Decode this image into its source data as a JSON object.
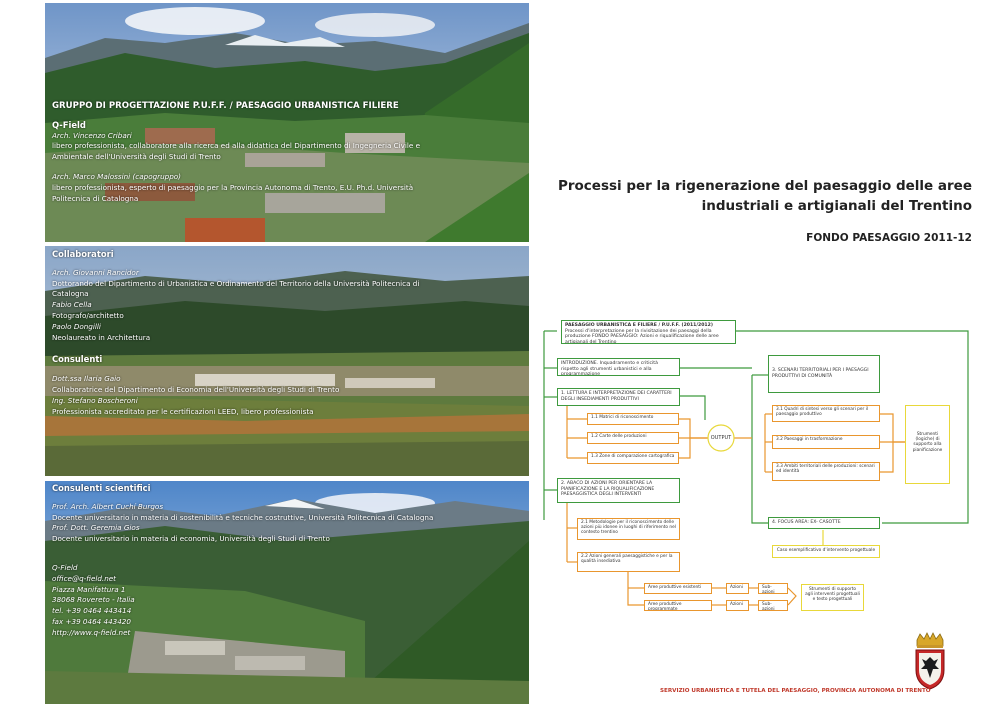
{
  "panel1": {
    "heading": "GRUPPO DI PROGETTAZIONE P.U.F.F. / PAESAGGIO URBANISTICA FILIERE",
    "org": "Q-Field",
    "p1_name": "Arch. Vincenzo Cribari",
    "p1_desc1": "libero professionista, collaboratore alla ricerca ed alla didattica del Dipartimento di Ingegneria Civile e",
    "p1_desc2": "Ambientale dell'Università degli Studi di Trento",
    "p2_name": "Arch. Marco Malossini (capogruppo)",
    "p2_desc1": "libero professionista, esperto di paesaggio per la Provincia Autonoma di Trento, E.U. Ph.d. Università",
    "p2_desc2": "Politecnica di Catalogna"
  },
  "panel2": {
    "collab_heading": "Collaboratori",
    "c1_name": "Arch. Giovanni Rancidor",
    "c1_desc1": "Dottorando del Dipartimento di Urbanistica e Ordinamento del Territorio della Università Politecnica di",
    "c1_desc2": "Catalogna",
    "c2_name": "Fabio Cella",
    "c2_desc": "Fotografo/architetto",
    "c3_name": "Paolo Dongilli",
    "c3_desc": "Neolaureato in Architettura",
    "cons_heading": "Consulenti",
    "k1_name": "Dott.ssa Ilaria Gaio",
    "k1_desc": "Collaboratrice del Dipartimento di Economia dell'Università degli Studi di Trento",
    "k2_name": "Ing. Stefano Boscheroni",
    "k2_desc": "Professionista accreditato per le certificazioni LEED, libero professionista"
  },
  "panel3": {
    "heading": "Consulenti scientifici",
    "s1_name": "Prof. Arch. Albert Cuchí Burgos",
    "s1_desc": "Docente universitario in materia di sostenibilità e tecniche costruttive, Università Politecnica di Catalogna",
    "s2_name": "Prof. Dott. Geremia Gios",
    "s2_desc": "Docente universitario in materia di economia, Università degli Studi di Trento",
    "contact": [
      "Q-Field",
      "office@q-field.net",
      "Piazza Manifattura 1",
      "38068 Rovereto - Italia",
      "tel. +39 0464 443414",
      "fax +39 0464 443420",
      "http://www.q-field.net"
    ]
  },
  "title": {
    "line1": "Processi per la rigenerazione del paesaggio delle aree",
    "line2": "industriali e artigianali del Trentino",
    "fund": "FONDO PAESAGGIO 2011-12"
  },
  "flow": {
    "top_title": "PAESAGGIO URBANISTICA E FILIERE / P.U.F.F. (2011/2012)",
    "top_desc": "Processi d'interpretazione per la rivisitazione dei paesaggi della produzione FONDO PAESAGGIO: Azioni e riqualificazione delle aree artigianali del Trentino",
    "intro": "INTRODUZIONE. Inquadramento e criticità rispetto agli strumenti urbanistici e alla programmazione",
    "step1": "1. LETTURA E INTERPRETAZIONE DEI CARATTERI DEGLI INSEDIAMENTI PRODUTTIVI",
    "s11": "1.1 Matrici di riconoscimento",
    "s12": "1.2 Carte delle produzioni",
    "s13": "1.3 Zone di comparazione cartografica",
    "output": "OUTPUT",
    "step2": "2. ABACO DI AZIONI PER ORIENTARE LA PIANIFICAZIONE E LA RIQUALIFICAZIONE PAESAGGISTICA DEGLI INTERVENTI",
    "s21": "2.1 Metodologie per il riconoscimento delle azioni più idonee in luoghi di riferimento nel contesto trentino",
    "s22": "2.2 Azioni generali paesaggistiche e per la qualità insediativa",
    "aree1": "Aree produttive esistenti",
    "aree2": "Aree produttive programmate",
    "azioni": "Azioni",
    "sub": "Sub-azioni",
    "strumenti_bottom": "Strumenti di supporto agli interventi progettuali e testo progettuali",
    "step3": "3. SCENARI TERRITORIALI PER I PAESAGGI PRODUTTIVI DI COMUNITÀ",
    "s31": "3.1 Quadri di sintesi verso gli scenari per il paesaggio produttivo",
    "s32": "3.2 Paesaggi in trasformazione",
    "s33": "3.3 Ambiti territoriali delle produzioni: scenari ed identità",
    "strumenti_right": "Strumenti (logiche) di supporto alla pianificazione",
    "step4": "4. FOCUS AREA: EX- CASOTTE",
    "caso": "Caso esemplificativo d'intervento progettuale"
  },
  "footer": "SERVIZIO URBANISTICA E TUTELA DEL PAESAGGIO, PROVINCIA AUTONOMA DI TRENTO",
  "colors": {
    "green": "#3e9a3e",
    "orange": "#e9962e",
    "yellow": "#e8d83a",
    "footer_red": "#c0392b"
  }
}
